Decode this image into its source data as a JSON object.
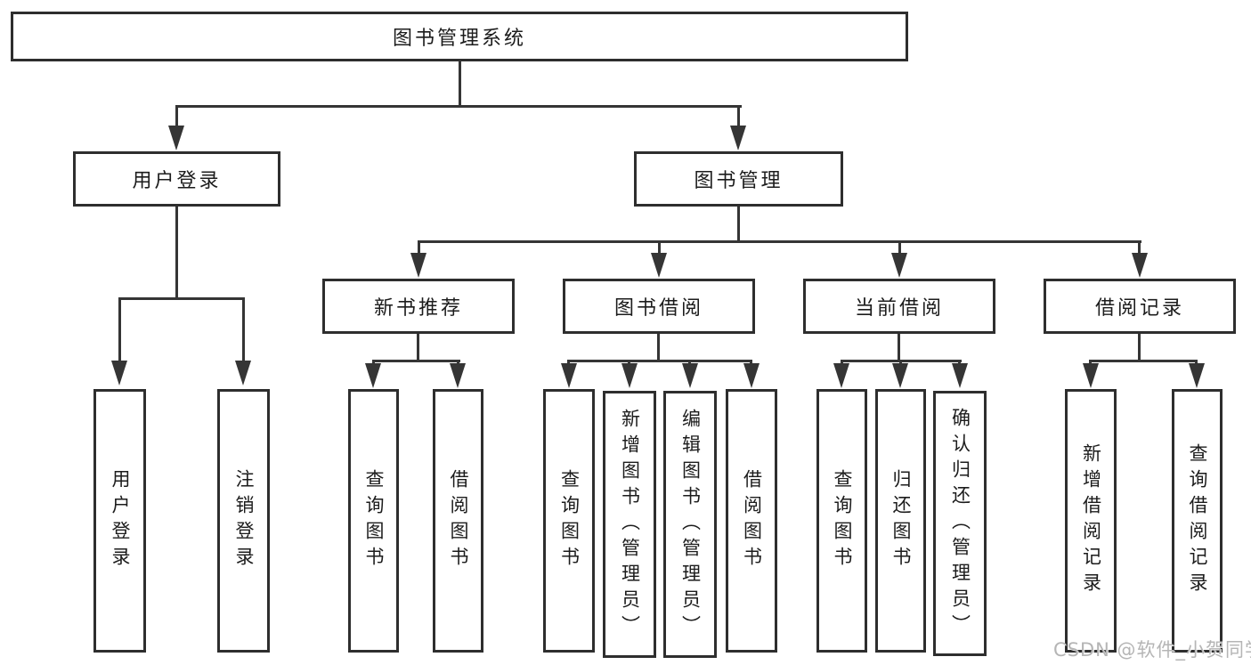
{
  "diagram": {
    "root": {
      "label": "图书管理系统"
    },
    "branches": [
      {
        "label": "用户登录",
        "children": [
          {
            "label": "用户登录"
          },
          {
            "label": "注销登录"
          }
        ]
      },
      {
        "label": "图书管理",
        "groups": [
          {
            "label": "新书推荐",
            "children": [
              {
                "label": "查询图书"
              },
              {
                "label": "借阅图书"
              }
            ]
          },
          {
            "label": "图书借阅",
            "children": [
              {
                "label": "查询图书"
              },
              {
                "label": "新增图书（管理员）"
              },
              {
                "label": "编辑图书（管理员）"
              },
              {
                "label": "借阅图书"
              }
            ]
          },
          {
            "label": "当前借阅",
            "children": [
              {
                "label": "查询图书"
              },
              {
                "label": "归还图书"
              },
              {
                "label": "确认归还（管理员）"
              }
            ]
          },
          {
            "label": "借阅记录",
            "children": [
              {
                "label": "新增借阅记录"
              },
              {
                "label": "查询借阅记录"
              }
            ]
          }
        ]
      }
    ]
  },
  "watermark": "CSDN @软件_小贺同学",
  "colors": {
    "background": "#ffffff",
    "line": "#353535",
    "box_border": "#2e2e2e",
    "text": "#1c1c1c",
    "watermark": "#b5b5b5"
  }
}
